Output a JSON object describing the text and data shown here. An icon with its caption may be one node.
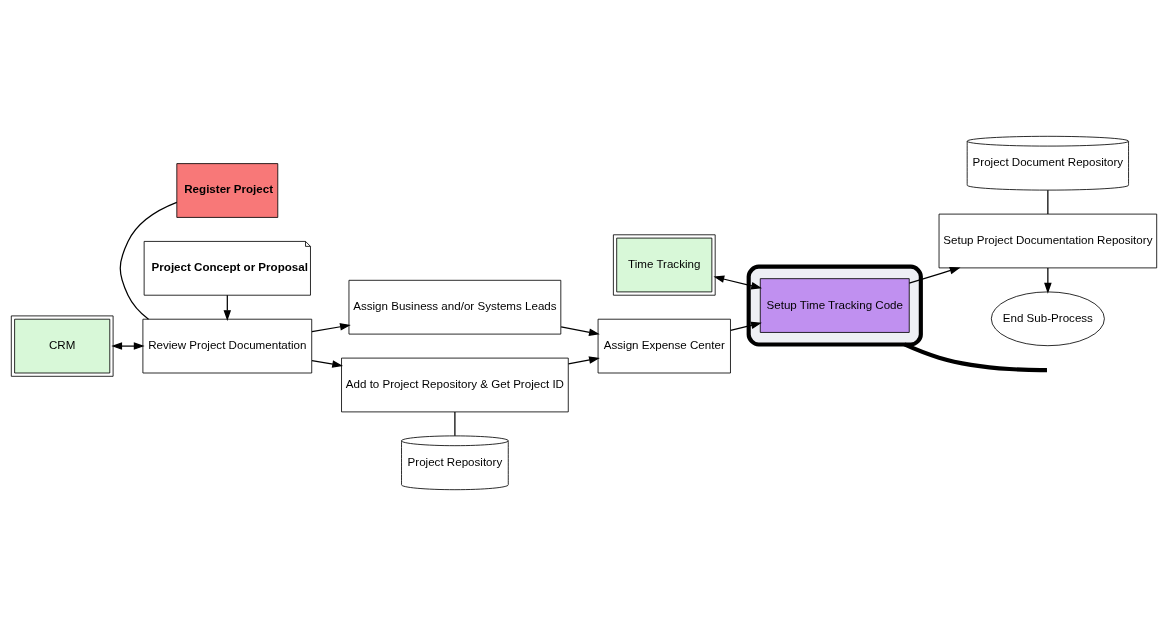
{
  "diagram": {
    "nodes": [
      {
        "text": [
          "Register Project"
        ]
      },
      {
        "text": [
          "CRM"
        ]
      },
      {
        "text": [
          "Review Project Documentation"
        ]
      },
      {
        "text": [
          "Project Concept or Proposal"
        ]
      },
      {
        "text": [
          "Assign Business and/or Systems Leads"
        ]
      },
      {
        "text": [
          "Add to Project Repository & Get Project ID"
        ]
      },
      {
        "text": [
          "Project Repository"
        ]
      },
      {
        "text": [
          "Assign Expense Center"
        ]
      },
      {
        "text": [
          "Time Tracking"
        ]
      },
      {
        "text": [],
        "shape": "box"
      },
      {
        "text": [
          "Setup Time Tracking Code"
        ],
        "in": 9
      },
      {
        "text": [
          "Project Document Repository"
        ]
      },
      {
        "text": [
          "Setup Project Documentation Repository"
        ]
      },
      {
        "text": [
          "End Sub-Process"
        ]
      }
    ],
    "edges": [
      {
        "from": 0,
        "to": 2,
        "arrow": "none"
      },
      {
        "from": 1,
        "to": 2,
        "arrow": "both"
      },
      {
        "from": 3,
        "to": 2,
        "arrow": "to"
      },
      {
        "from": 2,
        "to": 4,
        "arrow": "to"
      },
      {
        "from": 2,
        "to": 5,
        "arrow": "to"
      },
      {
        "from": 5,
        "to": 6,
        "arrow": "none"
      },
      {
        "from": 4,
        "to": 7,
        "arrow": "to"
      },
      {
        "from": 5,
        "to": 7,
        "arrow": "to"
      },
      {
        "from": 7,
        "to": 10,
        "arrow": "to"
      },
      {
        "from": 8,
        "to": 10,
        "arrow": "both"
      },
      {
        "from": 10,
        "to": 12,
        "arrow": "to"
      },
      {
        "from": 11,
        "to": 12,
        "arrow": "none"
      },
      {
        "from": 12,
        "to": 13,
        "arrow": "to"
      },
      {
        "from": 9,
        "to": null,
        "arrow": "none",
        "style": "thick"
      }
    ]
  }
}
